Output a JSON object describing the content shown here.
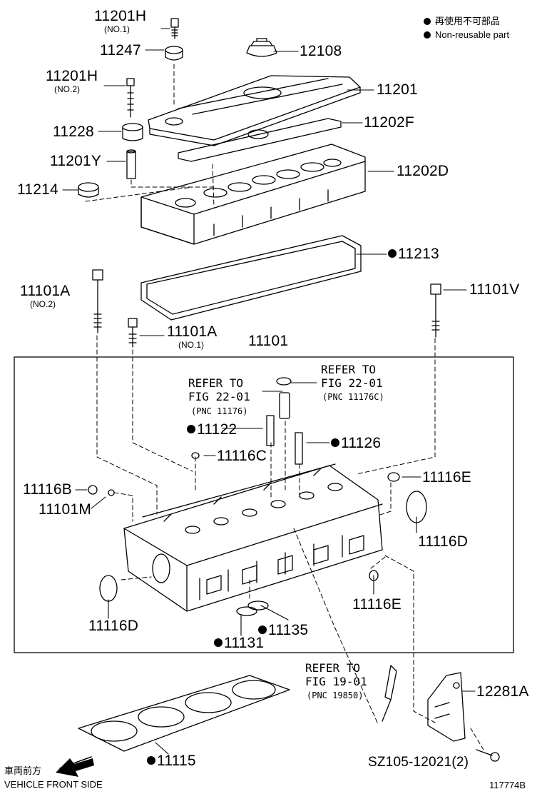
{
  "legend": {
    "items": [
      {
        "text": "再使用不可部品"
      },
      {
        "text": "Non-reusable part"
      }
    ]
  },
  "parts": {
    "p11201H_1": {
      "code": "11201H",
      "note": "(NO.1)"
    },
    "p11247": {
      "code": "11247"
    },
    "p12108": {
      "code": "12108"
    },
    "p11201H_2": {
      "code": "11201H",
      "note": "(NO.2)"
    },
    "p11201": {
      "code": "11201"
    },
    "p11228": {
      "code": "11228"
    },
    "p11202F": {
      "code": "11202F"
    },
    "p11201Y": {
      "code": "11201Y"
    },
    "p11202D": {
      "code": "11202D"
    },
    "p11214": {
      "code": "11214"
    },
    "p11213": {
      "code": "11213"
    },
    "p11101A_2": {
      "code": "11101A",
      "note": "(NO.2)"
    },
    "p11101V": {
      "code": "11101V"
    },
    "p11101A_1": {
      "code": "11101A",
      "note": "(NO.1)"
    },
    "p11101": {
      "code": "11101"
    },
    "p11122": {
      "code": "11122"
    },
    "p11126": {
      "code": "11126"
    },
    "p11116C": {
      "code": "11116C"
    },
    "p11116B": {
      "code": "11116B"
    },
    "p11116E_1": {
      "code": "11116E"
    },
    "p11101M": {
      "code": "11101M"
    },
    "p11116D_1": {
      "code": "11116D"
    },
    "p11116D_2": {
      "code": "11116D"
    },
    "p11116E_2": {
      "code": "11116E"
    },
    "p11135": {
      "code": "11135"
    },
    "p11131": {
      "code": "11131"
    },
    "p12281A": {
      "code": "12281A"
    },
    "p11115": {
      "code": "11115"
    },
    "bolt": {
      "code": "SZ105-12021(2)"
    }
  },
  "refs": {
    "ref1": {
      "line1": "REFER TO",
      "line2": "FIG 22-01",
      "pnc": "(PNC 11176)"
    },
    "ref2": {
      "line1": "REFER TO",
      "line2": "FIG 22-01",
      "pnc": "(PNC 11176C)"
    },
    "ref3": {
      "line1": "REFER TO",
      "line2": "FIG 19-01",
      "pnc": "(PNC 19850)"
    }
  },
  "footer": {
    "direction_jp": "車両前方",
    "direction_en": "VEHICLE FRONT SIDE",
    "figure_id": "117774B"
  }
}
